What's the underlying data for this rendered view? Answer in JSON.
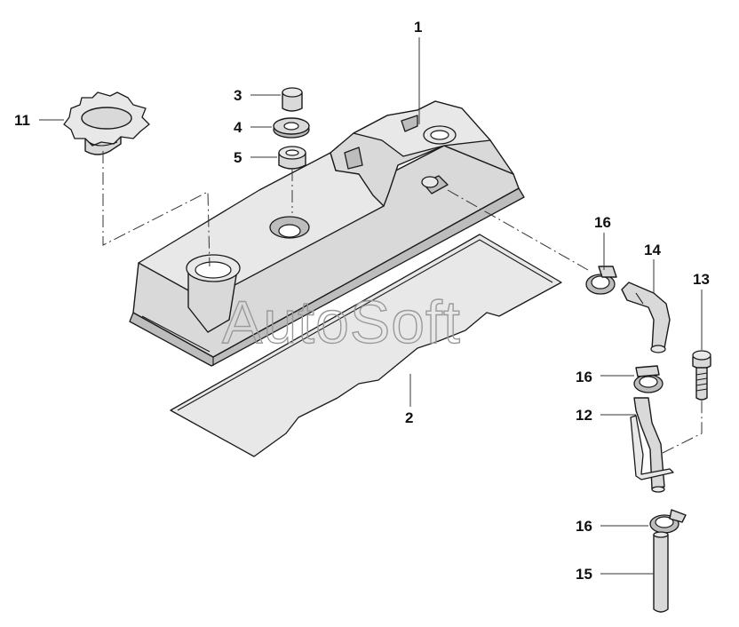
{
  "diagram": {
    "watermark": "AutoSoft",
    "callouts": [
      {
        "id": "c1",
        "label": "1"
      },
      {
        "id": "c2",
        "label": "2"
      },
      {
        "id": "c3",
        "label": "3"
      },
      {
        "id": "c4",
        "label": "4"
      },
      {
        "id": "c5",
        "label": "5"
      },
      {
        "id": "c11",
        "label": "11"
      },
      {
        "id": "c12",
        "label": "12"
      },
      {
        "id": "c13",
        "label": "13"
      },
      {
        "id": "c14",
        "label": "14"
      },
      {
        "id": "c15",
        "label": "15"
      },
      {
        "id": "c16a",
        "label": "16"
      },
      {
        "id": "c16b",
        "label": "16"
      },
      {
        "id": "c16c",
        "label": "16"
      }
    ]
  }
}
